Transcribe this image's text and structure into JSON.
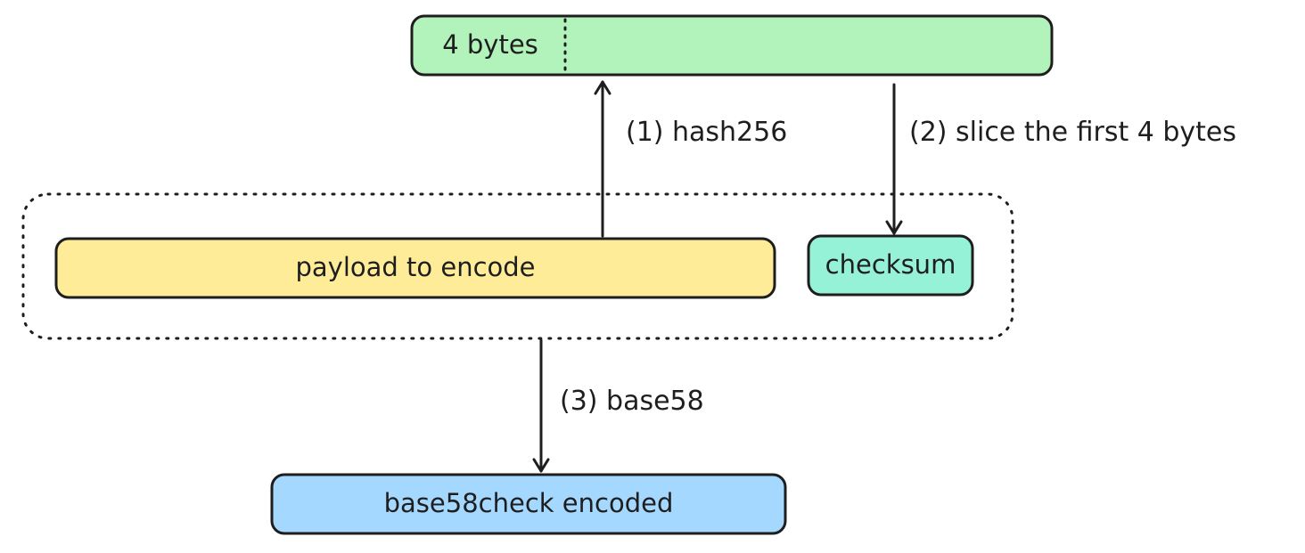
{
  "diagram": {
    "hash_output": {
      "label": "4 bytes",
      "fill": "#b2f2bb"
    },
    "payload": {
      "label": "payload to encode",
      "fill": "#ffec99"
    },
    "checksum": {
      "label": "checksum",
      "fill": "#96f2d7"
    },
    "encoded": {
      "label": "base58check encoded",
      "fill": "#a5d8ff"
    },
    "edges": {
      "hash": {
        "label": "(1) hash256"
      },
      "slice": {
        "label": "(2) slice the first 4 bytes"
      },
      "encode": {
        "label": "(3) base58"
      }
    },
    "stroke_color": "#1e1e1e"
  }
}
